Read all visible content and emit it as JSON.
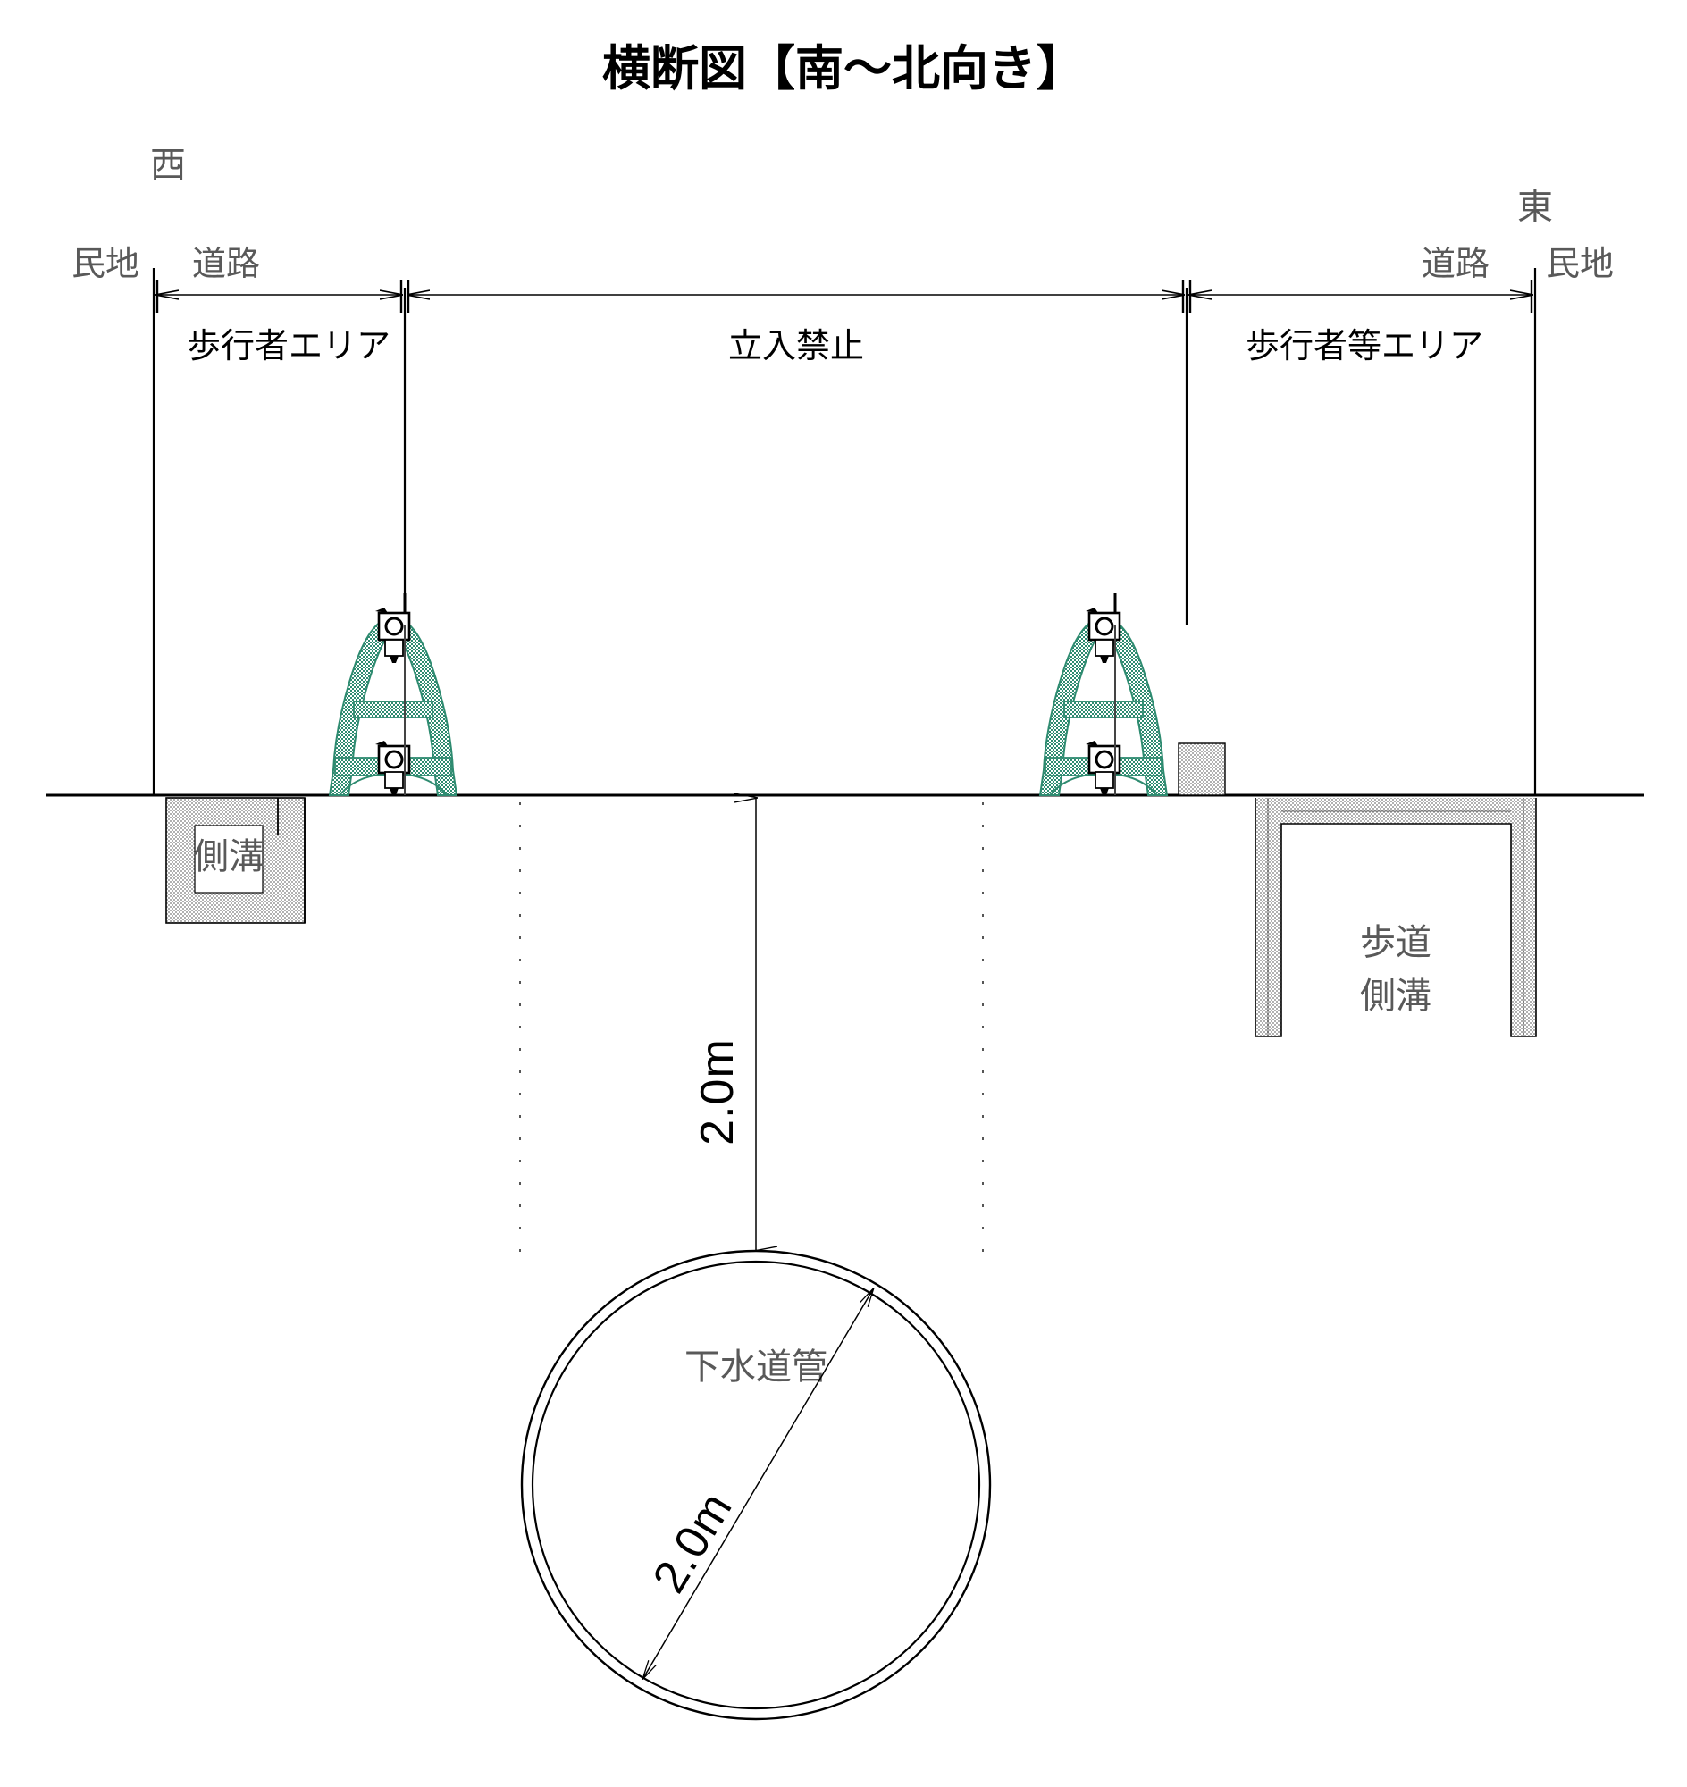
{
  "title": "横断図【南～北向き】",
  "compass": {
    "west": "西",
    "east": "東"
  },
  "land_labels": {
    "west_private": "民地",
    "west_road": "道路",
    "east_road": "道路",
    "east_private": "民地"
  },
  "zones": [
    {
      "id": "west-pedestrian",
      "label": "歩行者エリア"
    },
    {
      "id": "center-restricted",
      "label": "立入禁止"
    },
    {
      "id": "east-pedestrian",
      "label": "歩行者等エリア"
    }
  ],
  "structures": {
    "west_ditch": "側溝",
    "east_sidewalk_ditch_line1": "歩道",
    "east_sidewalk_ditch_line2": "側溝",
    "pipe_label": "下水道管"
  },
  "dimensions": {
    "burial_depth": "2.0m",
    "pipe_diameter": "2.0m"
  },
  "colors": {
    "barricade": "#2e8b70",
    "barricade_fill": "#a9d3c4",
    "concrete": "#d9d9d9",
    "line": "#000000",
    "label_gray": "#595959"
  },
  "icons": {
    "camera": "camera-icon",
    "barricade": "barricade-icon"
  }
}
